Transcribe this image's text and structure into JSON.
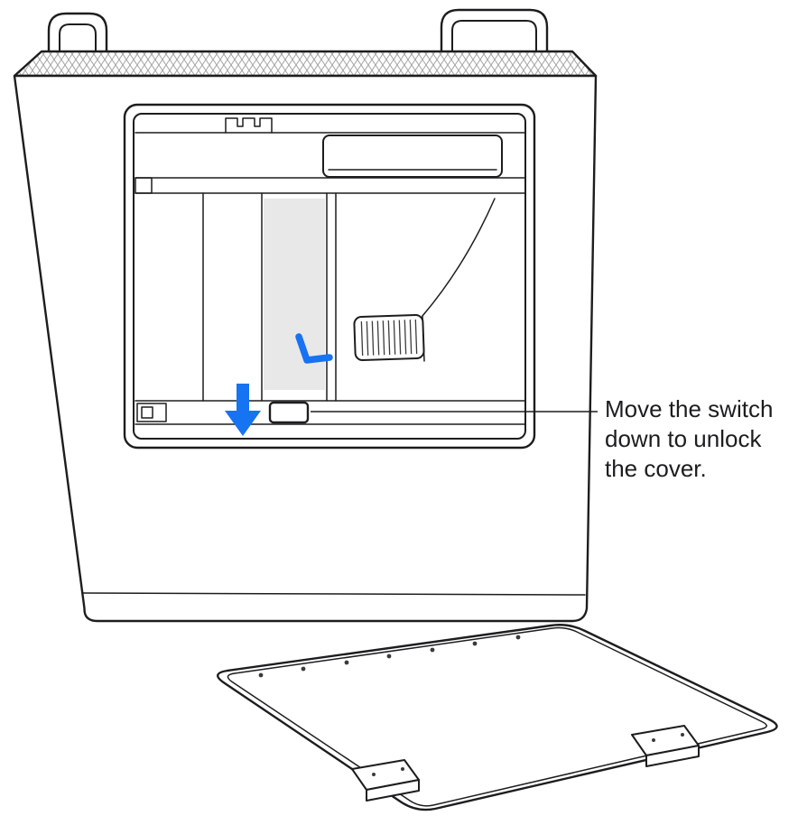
{
  "callout": {
    "text": "Move the switch down to unlock the cover.",
    "lines": [
      "Move the switch",
      "down to unlock",
      "the cover."
    ]
  },
  "icons": {
    "down-arrow-icon": "solid blue arrow pointing down at the lock switch",
    "switch-motion-mark": "blue L-shaped motion stroke above the switch"
  },
  "colors": {
    "outline": "#1d1d1f",
    "accent_blue": "#1673f2",
    "dimm_cover_gray": "#e8e8e9",
    "background": "#ffffff"
  }
}
